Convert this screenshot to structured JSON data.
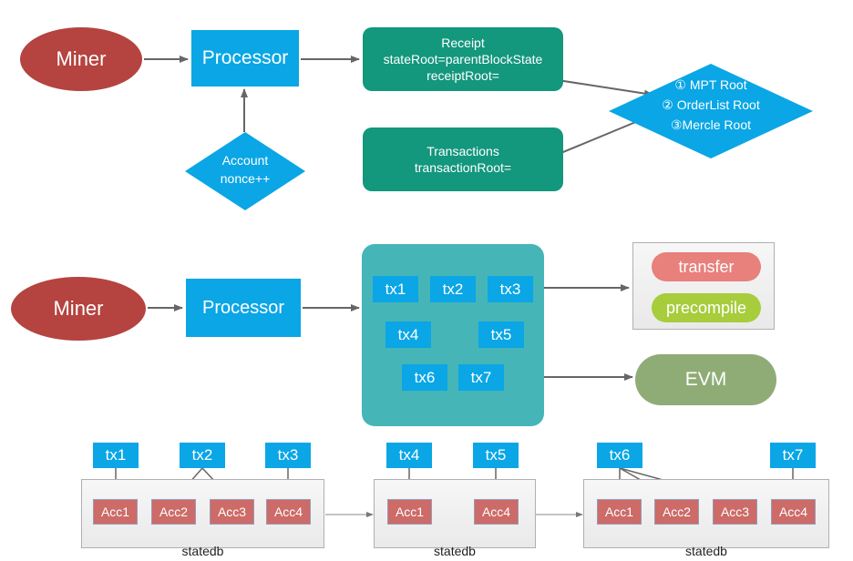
{
  "top": {
    "miner": "Miner",
    "processor": "Processor",
    "account": [
      "Account",
      "nonce++"
    ],
    "receipt": [
      "Receipt",
      "stateRoot=parentBlockState",
      "receiptRoot="
    ],
    "transactions": [
      "Transactions",
      "transactionRoot="
    ],
    "roots": [
      "① MPT Root",
      "② OrderList Root",
      "③Mercle Root"
    ]
  },
  "middle": {
    "miner": "Miner",
    "processor": "Processor",
    "txs": [
      "tx1",
      "tx2",
      "tx3",
      "tx4",
      "tx5",
      "tx6",
      "tx7"
    ],
    "transfer": "transfer",
    "precompile": "precompile",
    "evm": "EVM"
  },
  "bottom": {
    "groups": [
      {
        "txs": [
          "tx1",
          "tx2",
          "tx3"
        ],
        "accs": [
          "Acc1",
          "Acc2",
          "Acc3",
          "Acc4"
        ],
        "label": "statedb"
      },
      {
        "txs": [
          "tx4",
          "tx5"
        ],
        "accs": [
          "Acc1",
          "Acc4"
        ],
        "label": "statedb"
      },
      {
        "txs": [
          "tx6",
          "tx7"
        ],
        "accs": [
          "Acc1",
          "Acc2",
          "Acc3",
          "Acc4"
        ],
        "label": "statedb"
      }
    ]
  },
  "colors": {
    "miner": "#b5433f",
    "processor": "#0aa6e6",
    "teal": "#13977d",
    "cluster": "#45b5b8",
    "transfer": "#e8807b",
    "precompile": "#a7cc3c",
    "evm": "#8fac76",
    "acc": "#cc6b67"
  }
}
